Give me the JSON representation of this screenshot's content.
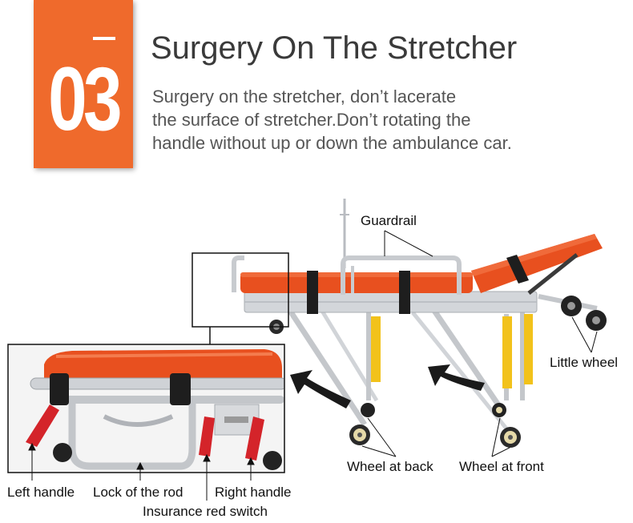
{
  "section": {
    "number": "03"
  },
  "heading": {
    "title": "Surgery On The Stretcher"
  },
  "description": {
    "lines": [
      "Surgery on the stretcher, don’t lacerate",
      "the surface of stretcher.Don’t rotating the",
      "handle without up or down the ambulance car."
    ]
  },
  "labels": {
    "guardrail": "Guardrail",
    "little_wheel": "Little wheel",
    "wheel_back": "Wheel at back",
    "wheel_front": "Wheel at front",
    "left_handle": "Left handle",
    "lock_rod": "Lock of the rod",
    "right_handle": "Right handle",
    "insurance_switch": "Insurance red switch"
  },
  "colors": {
    "accent": "#ef6a2c",
    "mattress": "#e8501f",
    "frame": "#c9ccd0",
    "leg": "#f2c21b"
  }
}
